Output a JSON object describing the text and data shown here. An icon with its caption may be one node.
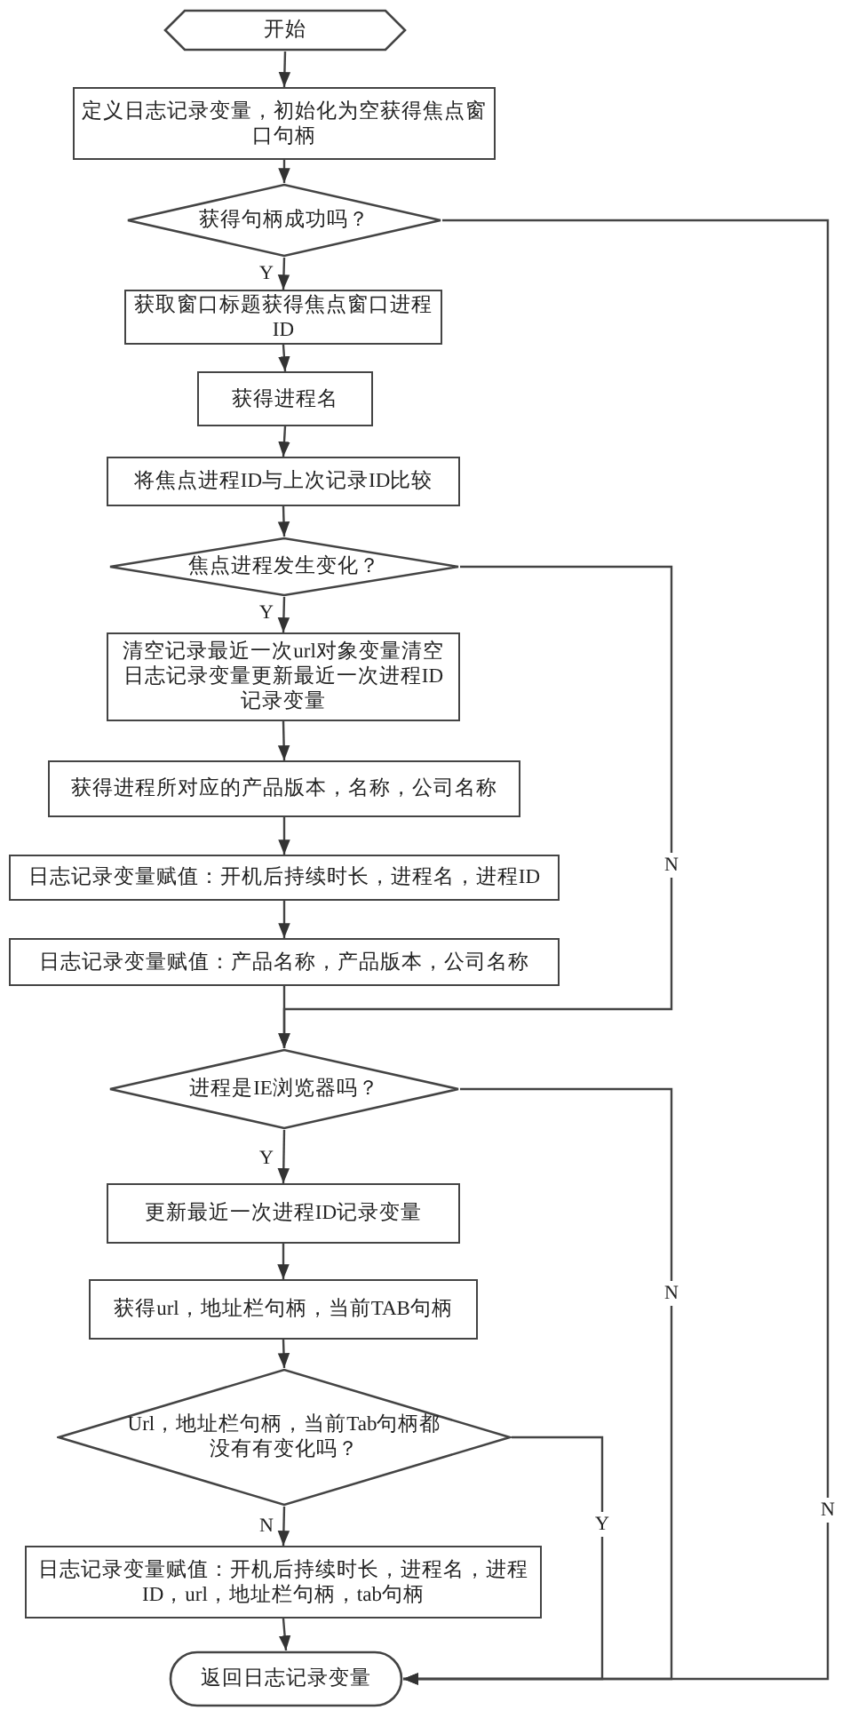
{
  "diagram": {
    "nodes": [
      {
        "text": [
          "开始"
        ]
      },
      {
        "text": [
          "定义日志记录变量，初始化为空获得焦点窗口句柄"
        ]
      },
      {
        "text": [
          "获得句柄成功吗？"
        ]
      },
      {
        "text": [
          "获取窗口标题获得焦点窗口进程ID"
        ]
      },
      {
        "text": [
          "获得进程名"
        ]
      },
      {
        "text": [
          "将焦点进程ID与上次记录ID比较"
        ]
      },
      {
        "text": [
          "焦点进程发生变化？"
        ]
      },
      {
        "text": [
          "清空记录最近一次url对象变量清空日志记录变量更新最近一次进程ID记录变量"
        ]
      },
      {
        "text": [
          "获得进程所对应的产品版本，名称，公司名称"
        ]
      },
      {
        "text": [
          "日志记录变量赋值：开机后持续时长，进程名，进程ID"
        ]
      },
      {
        "text": [
          "日志记录变量赋值：产品名称，产品版本，公司名称"
        ]
      },
      {
        "text": [
          "进程是IE浏览器吗？"
        ]
      },
      {
        "text": [
          "更新最近一次进程ID记录变量"
        ]
      },
      {
        "text": [
          "获得url，地址栏句柄，当前TAB句柄"
        ]
      },
      {
        "text": [
          "Url，地址栏句柄，当前Tab句柄都没有有变化吗？"
        ]
      },
      {
        "text": [
          "日志记录变量赋值：开机后持续时长，进程名，进程ID，url，地址栏句柄，tab句柄"
        ]
      },
      {
        "text": [
          "返回日志记录变量"
        ]
      }
    ],
    "edges": [
      {
        "from": 0,
        "to": 1,
        "arrow": "to"
      },
      {
        "from": 1,
        "to": 2,
        "arrow": "to"
      },
      {
        "from": 2,
        "to": 3,
        "arrow": "to",
        "label": "Y"
      },
      {
        "from": 3,
        "to": 4,
        "arrow": "to"
      },
      {
        "from": 4,
        "to": 5,
        "arrow": "to"
      },
      {
        "from": 5,
        "to": 6,
        "arrow": "to"
      },
      {
        "from": 6,
        "to": 7,
        "arrow": "to",
        "label": "Y"
      },
      {
        "from": 7,
        "to": 8,
        "arrow": "to"
      },
      {
        "from": 8,
        "to": 9,
        "arrow": "to"
      },
      {
        "from": 9,
        "to": 10,
        "arrow": "to"
      },
      {
        "from": 10,
        "to": 11,
        "arrow": "to"
      },
      {
        "from": 6,
        "to": 11,
        "arrow": "to",
        "label": "N"
      },
      {
        "from": 11,
        "to": 12,
        "arrow": "to",
        "label": "Y"
      },
      {
        "from": 12,
        "to": 13,
        "arrow": "to"
      },
      {
        "from": 13,
        "to": 14,
        "arrow": "to"
      },
      {
        "from": 14,
        "to": 15,
        "arrow": "to",
        "label": "N"
      },
      {
        "from": 15,
        "to": 16,
        "arrow": "to"
      },
      {
        "from": 14,
        "to": 16,
        "arrow": "to",
        "label": "Y"
      },
      {
        "from": 11,
        "to": 16,
        "arrow": "to",
        "label": "N"
      },
      {
        "from": 2,
        "to": 16,
        "arrow": "to",
        "label": "N"
      }
    ]
  }
}
